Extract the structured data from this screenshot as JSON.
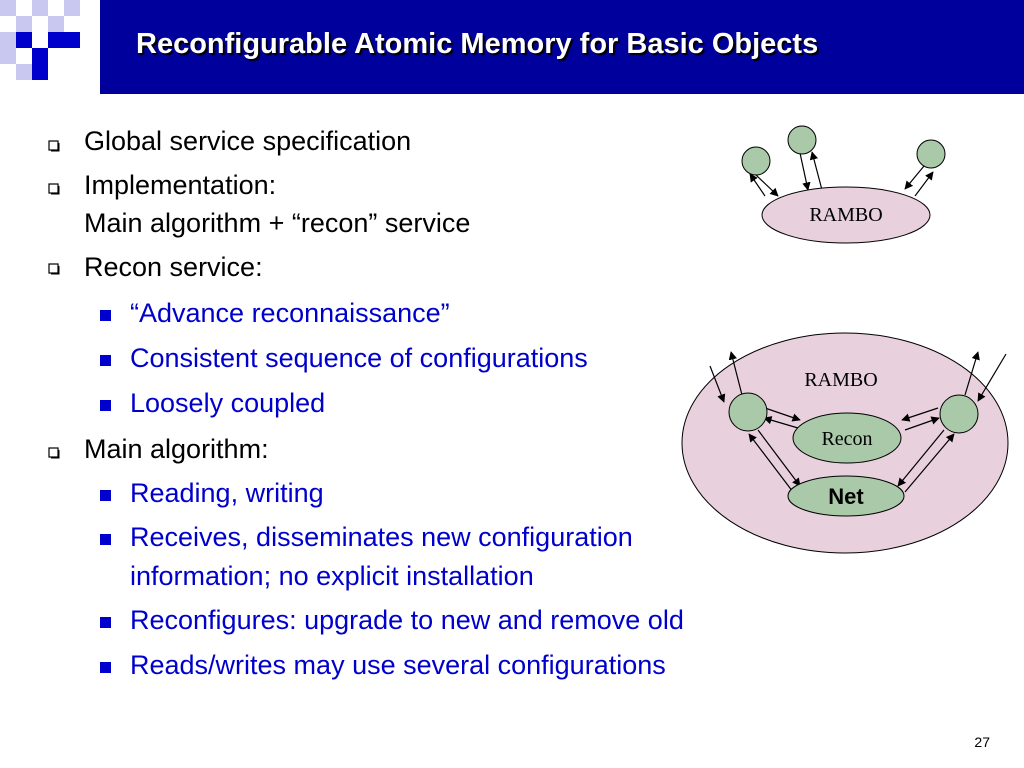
{
  "slide": {
    "title": "Reconfigurable Atomic Memory for Basic Objects",
    "page_number": "27",
    "bullets": {
      "global_service": "Global service specification",
      "implementation": "Implementation:",
      "implementation_cont": "Main algorithm + “recon” service",
      "recon_service": "Recon service:",
      "advance": "“Advance reconnaissance”",
      "consistent": "Consistent sequence of configurations",
      "loosely": "Loosely coupled",
      "main_algorithm": "Main algorithm:",
      "reading": "Reading, writing",
      "receives_1": "Receives, disseminates new configuration",
      "receives_2": "information; no explicit installation",
      "reconfigures": "Reconfigures: upgrade to new and remove old",
      "reads_writes": "Reads/writes may use several configurations"
    }
  },
  "diagram": {
    "top_label": "RAMBO",
    "bottom_label": "RAMBO",
    "recon_label": "Recon",
    "net_label": "Net",
    "colors": {
      "rambo_fill": "#e8d0dc",
      "node_fill": "#a9c9a9",
      "line": "#000000"
    }
  }
}
